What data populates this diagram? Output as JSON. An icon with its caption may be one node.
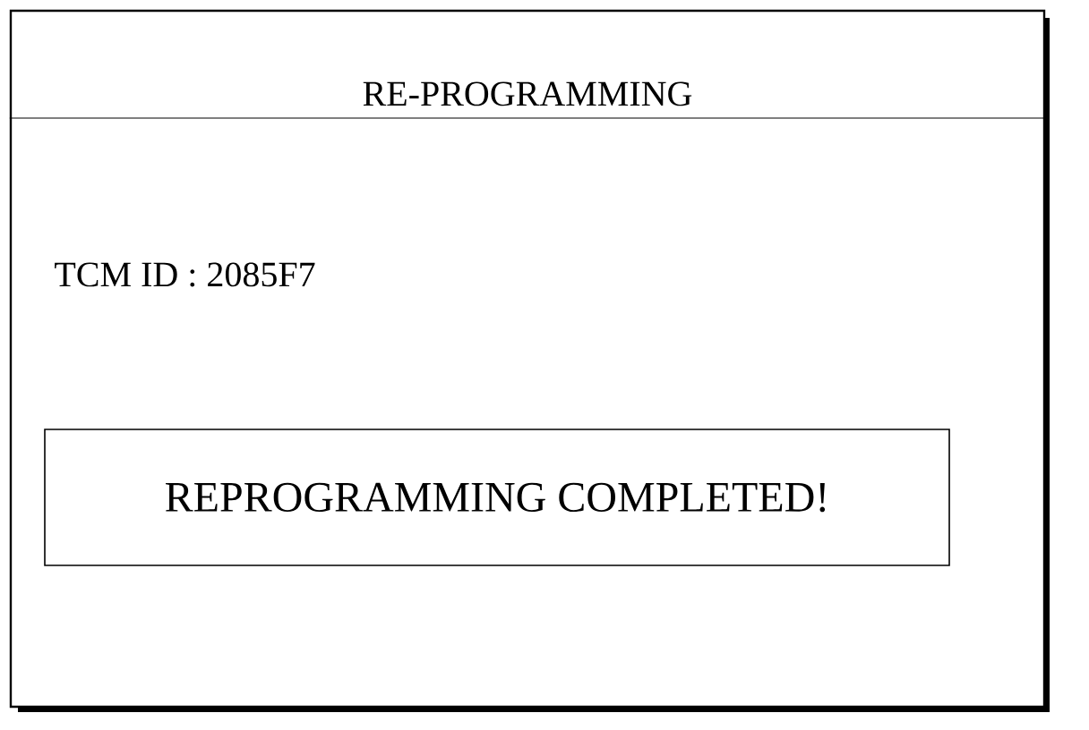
{
  "diagram": {
    "nodes": [
      {
        "text": [
          "RE-PROGRAMMING",
          "TCM ID : 2085F7"
        ]
      },
      {
        "text": [
          "REPROGRAMMING COMPLETED!"
        ],
        "in": 0
      }
    ]
  }
}
